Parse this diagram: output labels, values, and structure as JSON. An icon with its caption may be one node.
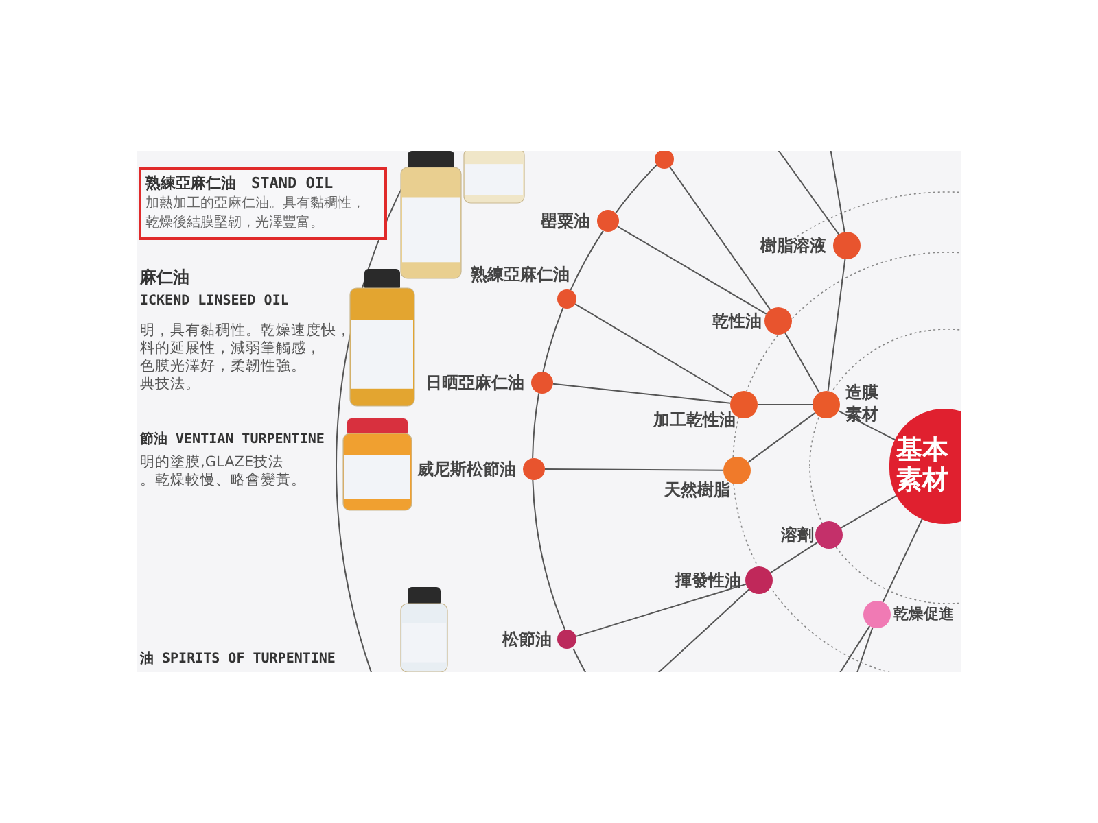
{
  "diagram": {
    "nodes": [
      {
        "text": [],
        "shape": "circle"
      },
      {
        "text": [],
        "shape": "circle",
        "beside": [
          "罌粟油"
        ]
      },
      {
        "text": [],
        "shape": "circle",
        "beside": [
          "熟練亞麻仁油"
        ]
      },
      {
        "text": [],
        "shape": "circle",
        "beside": [
          "日晒亞麻仁油"
        ]
      },
      {
        "text": [],
        "shape": "circle",
        "beside": [
          "威尼斯松節油"
        ]
      },
      {
        "text": [],
        "shape": "circle",
        "beside": [
          "松節油"
        ]
      },
      {
        "text": [],
        "shape": "circle",
        "beside": [
          "樹脂溶液"
        ]
      },
      {
        "text": [],
        "shape": "circle",
        "beside": [
          "乾性油"
        ]
      },
      {
        "text": [],
        "shape": "circle",
        "beside": [
          "加工乾性油"
        ]
      },
      {
        "text": [],
        "shape": "circle",
        "beside": [
          "造膜素材"
        ]
      },
      {
        "text": [],
        "shape": "circle",
        "beside": [
          "天然樹脂"
        ]
      },
      {
        "text": [
          "基本素材"
        ]
      },
      {
        "text": [],
        "shape": "circle",
        "beside": [
          "溶劑"
        ]
      },
      {
        "text": [],
        "shape": "circle",
        "beside": [
          "揮發性油"
        ]
      },
      {
        "text": [],
        "shape": "circle",
        "beside": [
          "乾燥促進"
        ]
      },
      {
        "text": [
          "熟練亞麻仁油　STAND OIL",
          "加熱加工的亞麻仁油。具有黏稠性，乾燥後結膜堅韌，光澤豐富。"
        ]
      }
    ],
    "edges": [
      {
        "from": 0,
        "to": 1,
        "arrow": "none"
      },
      {
        "from": 1,
        "to": 2,
        "arrow": "none"
      },
      {
        "from": 2,
        "to": 3,
        "arrow": "none"
      },
      {
        "from": 3,
        "to": 4,
        "arrow": "none"
      },
      {
        "from": 4,
        "to": 5,
        "arrow": "none"
      },
      {
        "from": 0,
        "to": 7,
        "arrow": "none"
      },
      {
        "from": 1,
        "to": 7,
        "arrow": "none"
      },
      {
        "from": 2,
        "to": 8,
        "arrow": "none"
      },
      {
        "from": 3,
        "to": 8,
        "arrow": "none"
      },
      {
        "from": 4,
        "to": 10,
        "arrow": "none"
      },
      {
        "from": 7,
        "to": 9,
        "arrow": "none"
      },
      {
        "from": 8,
        "to": 9,
        "arrow": "none"
      },
      {
        "from": 6,
        "to": 9,
        "arrow": "none"
      },
      {
        "from": 10,
        "to": 9,
        "arrow": "none"
      },
      {
        "from": 9,
        "to": 11,
        "arrow": "none"
      },
      {
        "from": 12,
        "to": 11,
        "arrow": "none"
      },
      {
        "from": 13,
        "to": 12,
        "arrow": "none"
      },
      {
        "from": 5,
        "to": 13,
        "arrow": "none"
      },
      {
        "from": 13,
        "to": null,
        "arrow": "none"
      },
      {
        "from": 14,
        "to": 11,
        "arrow": "none"
      },
      {
        "from": 14,
        "to": null,
        "arrow": "none"
      },
      {
        "from": 14,
        "to": null,
        "arrow": "none"
      },
      {
        "from": 6,
        "to": null,
        "arrow": "none"
      },
      {
        "from": 6,
        "to": null,
        "arrow": "none"
      }
    ],
    "labels": [
      "麻仁油",
      "ICKEND LINSEED OIL",
      "明，具有黏稠性。乾燥速度快，",
      "料的延展性，減弱筆觸感，",
      "色膜光澤好，柔韌性強。",
      "典技法。",
      "節油 VENTIAN TURPENTINE",
      "明的塗膜,GLAZE技法",
      "。乾燥較慢、略會變黃。",
      "油 SPIRITS OF TURPENTINE"
    ]
  }
}
